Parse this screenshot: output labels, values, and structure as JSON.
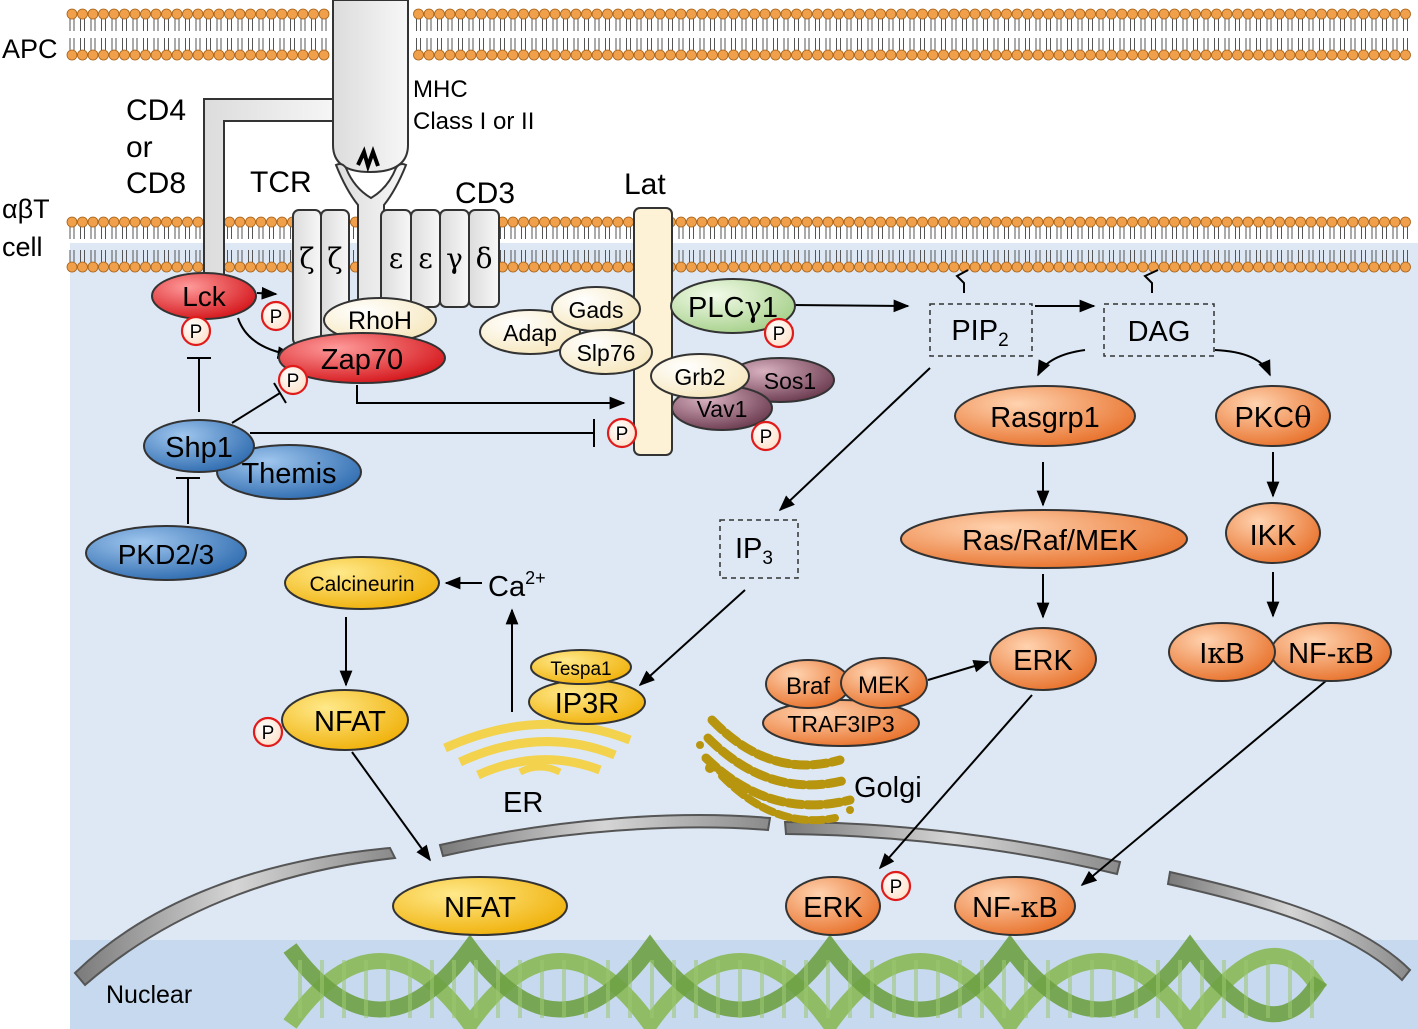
{
  "compartments": {
    "apc": "APC",
    "t_cell_line1": "αβT",
    "t_cell_line2": "cell",
    "nucleus": "Nuclear",
    "er": "ER",
    "golgi": "Golgi"
  },
  "receptors": {
    "mhc_line1": "MHC",
    "mhc_line2": "Class I or II",
    "coreceptor_line1": "CD4",
    "coreceptor_line2": "or",
    "coreceptor_line3": "CD8",
    "tcr": "TCR",
    "cd3": "CD3",
    "lat": "Lat",
    "chains": [
      "ζ",
      "ζ",
      "ε",
      "ε",
      "γ",
      "δ"
    ]
  },
  "molecules": {
    "lck": "Lck",
    "rhoh": "RhoH",
    "zap70": "Zap70",
    "shp1": "Shp1",
    "themis": "Themis",
    "pkd": "PKD2/3",
    "gads": "Gads",
    "adap": "Adap",
    "slp76": "Slp76",
    "grb2": "Grb2",
    "sos1": "Sos1",
    "vav1": "Vav1",
    "plcg1_base": "PLC",
    "plcg1_greek": "γ",
    "plcg1_num": "1",
    "pip2_base": "PIP",
    "pip2_sub": "2",
    "dag": "DAG",
    "ip3_base": "IP",
    "ip3_sub": "3",
    "rasgrp1": "Rasgrp1",
    "pkc_base": "PKC",
    "pkc_greek": "θ",
    "ras_raf_mek": "Ras/Raf/MEK",
    "ikk": "IKK",
    "erk": "ERK",
    "ikb_base": "I",
    "ikb_greek": "κ",
    "ikb_tail": "B",
    "nfkb_base": "NF-",
    "nfkb_greek": "κ",
    "nfkb_tail": "B",
    "braf": "Braf",
    "mek": "MEK",
    "traf3ip3": "TRAF3IP3",
    "tespa1": "Tespa1",
    "ip3r": "IP3R",
    "ca_base": "Ca",
    "ca_sup": "2+",
    "calcineurin": "Calcineurin",
    "nfat": "NFAT"
  },
  "phospho_label": "P",
  "colors": {
    "nucleus_bg": "#c6d9ee",
    "cytoplasm_bg": "#dde8f4",
    "lipid_head": "#f0a04b",
    "red_protein": "#e01b1b",
    "cream_protein": "#fdf3d6",
    "blue_protein": "#4a82c0",
    "green_protein": "#c9e3b5",
    "purple_protein": "#6d3f52",
    "orange_protein": "#f28f4c",
    "yellow_protein": "#f5bf1a",
    "golgi": "#b8950f",
    "dna_green": "#8cba5c"
  }
}
